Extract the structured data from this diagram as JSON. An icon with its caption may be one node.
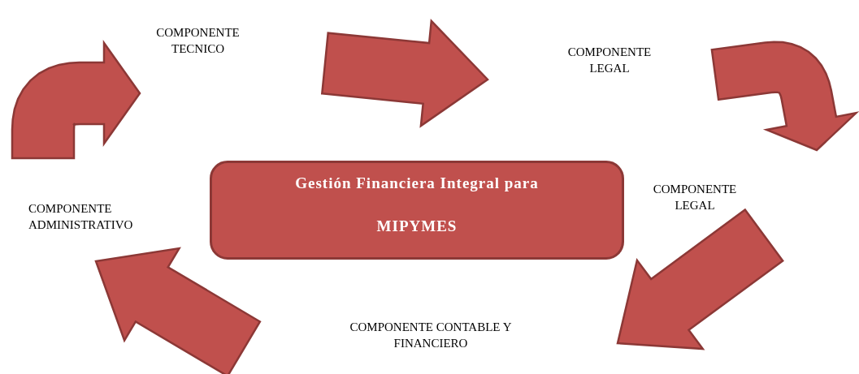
{
  "diagram": {
    "nodes": [
      {
        "text": [
          "Gestión Financiera Integral para",
          "MIPYMES"
        ]
      },
      {
        "text": [
          "COMPONENTE TECNICO"
        ]
      },
      {
        "text": [
          "COMPONENTE LEGAL"
        ]
      },
      {
        "text": [
          "COMPONENTE LEGAL"
        ]
      },
      {
        "text": [
          "COMPONENTE CONTABLE Y FINANCIERO"
        ]
      },
      {
        "text": [
          "COMPONENTE ADMINISTRATIVO"
        ]
      }
    ],
    "edges": [
      {
        "from": 5,
        "to": 1,
        "arrow": "to",
        "style": "thick"
      },
      {
        "from": 1,
        "to": 2,
        "arrow": "to",
        "style": "thick"
      },
      {
        "from": 2,
        "to": 3,
        "arrow": "to",
        "style": "thick"
      },
      {
        "from": 3,
        "to": 4,
        "arrow": "to",
        "style": "thick"
      },
      {
        "from": 4,
        "to": 5,
        "arrow": "to",
        "style": "thick"
      }
    ]
  }
}
